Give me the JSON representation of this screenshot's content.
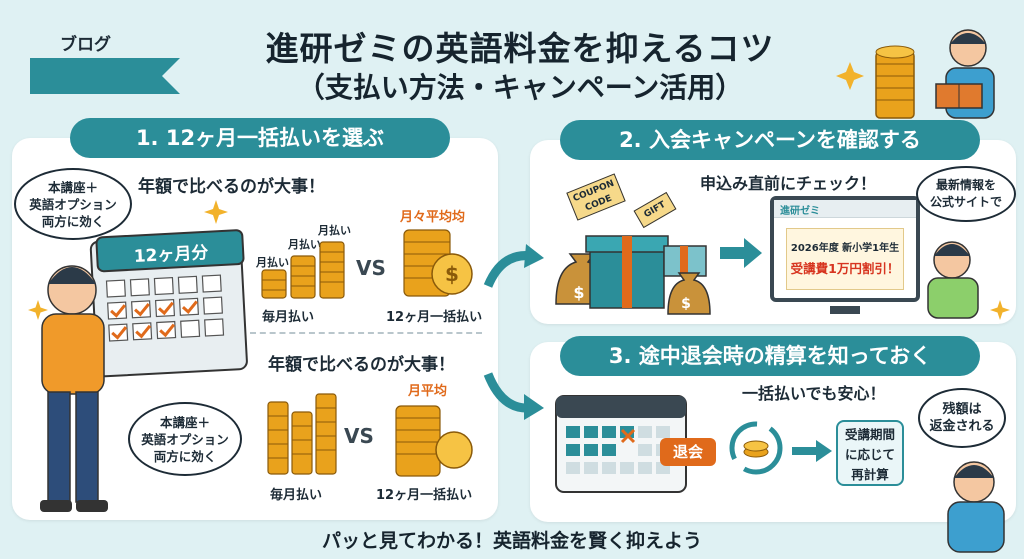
{
  "header": {
    "blog_label": "ブログ",
    "title_line1": "進研ゼミの英語料金を抑えるコツ",
    "title_line2": "（支払い方法・キャンペーン活用）"
  },
  "section1": {
    "heading": "1. 12ヶ月一括払いを選ぶ",
    "subtitle_top": "年額で比べるのが大事！",
    "subtitle_bottom": "年額で比べるのが大事！",
    "bubble_top": [
      "本講座＋",
      "英語オプション",
      "両方に効く"
    ],
    "bubble_bottom": [
      "本講座＋",
      "英語オプション",
      "両方に効く"
    ],
    "calendar_label": "12ヶ月分",
    "top_stack_labels": [
      "月払い",
      "月払い",
      "月払い"
    ],
    "vs": "VS",
    "top_avg_label": "月々平均均",
    "bottom_avg_label": "月平均",
    "monthly_label": "毎月払い",
    "annual_label": "12ヶ月一括払い"
  },
  "section2": {
    "heading": "2. 入会キャンペーンを確認する",
    "subtitle": "申込み直前にチェック！",
    "coupon": [
      "COUPON",
      "CODE"
    ],
    "gift": "GIFT",
    "bubble": [
      "最新情報を",
      "公式サイトで"
    ],
    "screen_brand": "進研ゼミ",
    "notice_line1": "2026年度 新小学1年生",
    "notice_line2": "受講費1万円割引！"
  },
  "section3": {
    "heading": "3. 途中退会時の精算を知っておく",
    "subtitle": "一括払いでも安心！",
    "withdraw_tag": "退会",
    "recalc": [
      "受講期間",
      "に応じて",
      "再計算"
    ],
    "bubble": [
      "残額は",
      "返金される"
    ]
  },
  "footer": {
    "text": "パッと見てわかる！英語料金を賢く抑えよう"
  },
  "colors": {
    "teal": "#2b8e99",
    "orange": "#e06a1b",
    "gold": "#f2b22b",
    "background": "#dff1f3"
  }
}
